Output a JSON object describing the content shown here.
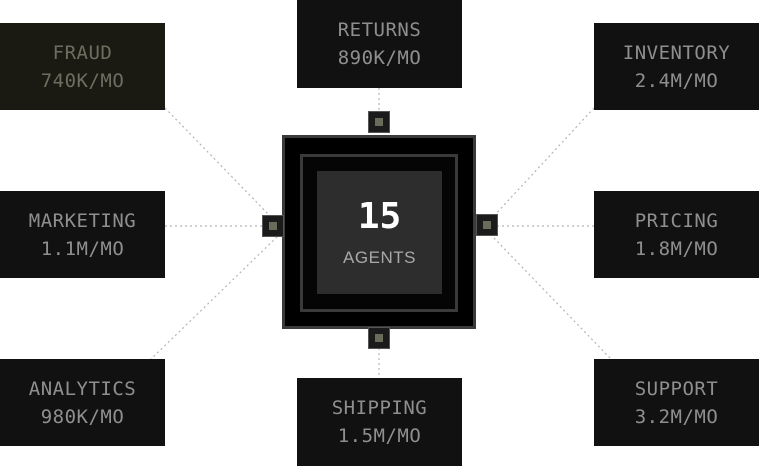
{
  "hub": {
    "count": "15",
    "label": "AGENTS"
  },
  "nodes": [
    {
      "id": "fraud",
      "name": "FRAUD",
      "value": "740K/MO",
      "highlight": true
    },
    {
      "id": "returns",
      "name": "RETURNS",
      "value": "890K/MO"
    },
    {
      "id": "inventory",
      "name": "INVENTORY",
      "value": "2.4M/MO"
    },
    {
      "id": "marketing",
      "name": "MARKETING",
      "value": "1.1M/MO"
    },
    {
      "id": "pricing",
      "name": "PRICING",
      "value": "1.8M/MO"
    },
    {
      "id": "analytics",
      "name": "ANALYTICS",
      "value": "980K/MO"
    },
    {
      "id": "shipping",
      "name": "SHIPPING",
      "value": "1.5M/MO"
    },
    {
      "id": "support",
      "name": "SUPPORT",
      "value": "3.2M/MO"
    }
  ],
  "colors": {
    "node_bg": "#111111",
    "node_text": "#8f8f8f",
    "highlight_bg": "#1a1a12",
    "hub_inner": "#2d2d2d",
    "connector": "#b5b5b5"
  }
}
